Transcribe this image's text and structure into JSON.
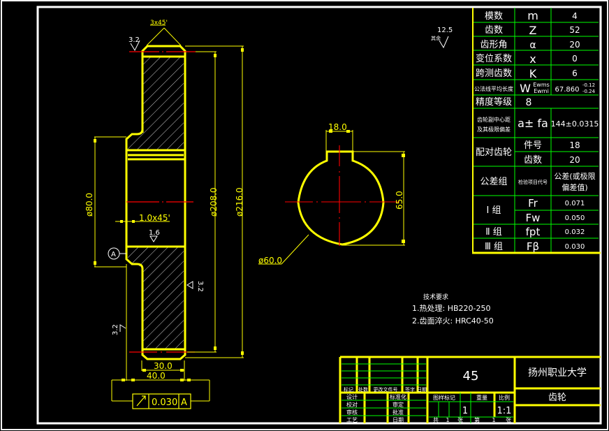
{
  "drawing": {
    "type": "gear-engineering-drawing",
    "colors": {
      "background": "#000000",
      "outline": "#ffff00",
      "centerline": "#ff0000",
      "grid": "#00ff00",
      "text": "#ffffff",
      "border": "#ffffff"
    }
  },
  "section_view": {
    "chamfer_top": "3x45'",
    "roughness_top": "3.2",
    "roughness_face": "3.2",
    "roughness_hub": "3.2",
    "roughness_bore": "1.6",
    "dia_hub": "ø80.0",
    "dia_root": "ø208.0",
    "dia_tip": "ø216.0",
    "chamfer_bore": "1.0x45'",
    "width_rim": "30.0",
    "width_hub": "40.0",
    "datum": "A",
    "runout_tolerance": "0.030",
    "runout_datum": "A"
  },
  "bore_view": {
    "keyway_width": "18.0",
    "keyway_depth": "65.0",
    "bore_dia": "ø60.0"
  },
  "general_roughness": {
    "value": "12.5",
    "label": "其余"
  },
  "param_table": {
    "rows": [
      {
        "name": "模数",
        "symbol": "m",
        "value": "4"
      },
      {
        "name": "齿数",
        "symbol": "Z",
        "value": "52"
      },
      {
        "name": "齿形角",
        "symbol": "α",
        "value": "20"
      },
      {
        "name": "变位系数",
        "symbol": "x",
        "value": "0"
      },
      {
        "name": "跨测齿数",
        "symbol": "K",
        "value": "6"
      },
      {
        "name": "公法线平均长度",
        "symbol": "W",
        "symbol_sup": "Ewms",
        "symbol_sub": "Ewmi",
        "value": "67.860",
        "value_sup": "-0.12",
        "value_sub": "-0.24"
      },
      {
        "name": "精度等级",
        "symbol": "8",
        "value": ""
      },
      {
        "name": "齿轮副中心距及其极限偏差",
        "symbol": "a± fa",
        "value": "144±0.0315"
      }
    ],
    "mating_gear": {
      "label": "配对齿轮",
      "rows": [
        {
          "name": "件号",
          "value": "18"
        },
        {
          "name": "齿数",
          "value": "20"
        }
      ]
    },
    "tolerance_header": {
      "group": "公差组",
      "item": "检验项目代号",
      "value": "公差(或极限偏差值)"
    },
    "tolerance_groups": [
      {
        "group": "Ⅰ 组",
        "items": [
          {
            "symbol": "Fr",
            "value": "0.071"
          },
          {
            "symbol": "Fw",
            "value": "0.050"
          }
        ]
      },
      {
        "group": "Ⅱ 组",
        "items": [
          {
            "symbol": "fpt",
            "value": "0.032"
          }
        ]
      },
      {
        "group": "Ⅲ 组",
        "items": [
          {
            "symbol": "Fβ",
            "value": "0.030"
          }
        ]
      }
    ]
  },
  "tech_requirements": {
    "title": "技术要求",
    "items": [
      "1.热处理: HB220-250",
      "2.齿面淬火: HRC40-50"
    ]
  },
  "title_block": {
    "material": "45",
    "school": "扬州职业大学",
    "part_name": "齿轮",
    "revision_headers": [
      "标记",
      "处数",
      "更改文件号",
      "签字",
      "日期"
    ],
    "sign_labels_left": [
      "设计",
      "校对",
      "审核",
      "工艺"
    ],
    "sign_labels_mid": [
      "标准化",
      "审定",
      "批准",
      "日期"
    ],
    "info_headers": [
      "图样标记",
      "重量",
      "比例"
    ],
    "quantity": "1",
    "scale": "1:1",
    "sheet_info": [
      "共",
      "1",
      "张",
      "第",
      "1",
      "张"
    ]
  }
}
